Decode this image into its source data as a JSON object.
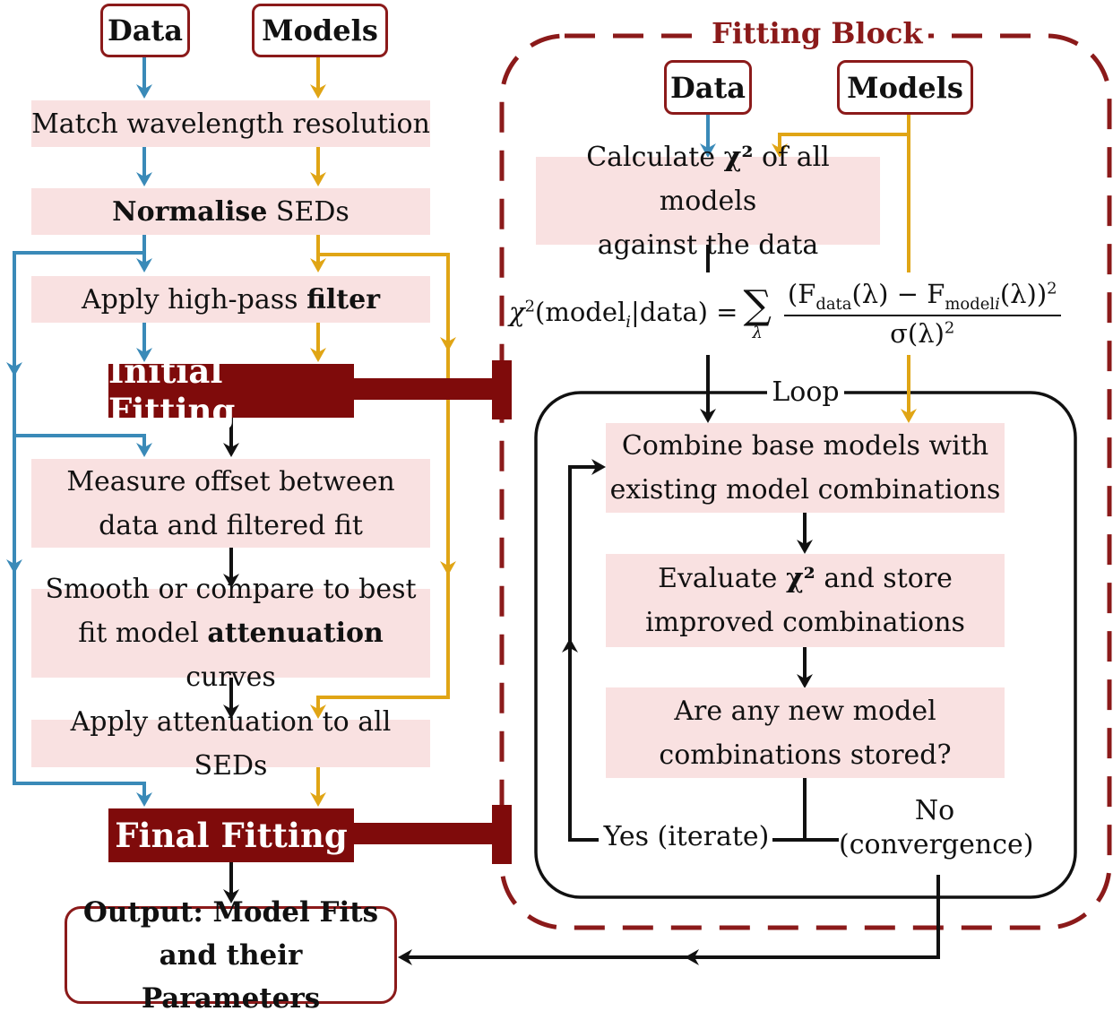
{
  "left_flow": {
    "data_label": "Data",
    "models_label": "Models",
    "step1": "Match wavelength resolution",
    "step2_bold": "Normalise",
    "step2_rest": " SEDs",
    "step3_pre": "Apply high-pass ",
    "step3_bold": "filter",
    "initial_fitting": "Initial Fitting",
    "step4_line1": "Measure offset between",
    "step4_line2": "data and filtered fit",
    "step5_line1": "Smooth or compare to best",
    "step5_pre": "fit model ",
    "step5_bold": "attenuation",
    "step5_post": " curves",
    "step6": "Apply attenuation to all SEDs",
    "final_fitting": "Final Fitting",
    "output_line1": "Output: Model Fits",
    "output_line2": "and their Parameters"
  },
  "fitting_block": {
    "title": "Fitting Block",
    "data_label": "Data",
    "models_label": "Models",
    "calc_pre": "Calculate ",
    "calc_chi": "χ²",
    "calc_post": " of all models",
    "calc_line2": "against the data",
    "formula": {
      "lhs": "χ",
      "lhs_sup": "2",
      "lhs_arg_a": "(model",
      "lhs_arg_sub": "i",
      "lhs_arg_b": "|data) =",
      "sum_symbol": "∑",
      "sum_under": "λ",
      "num_a": "(F",
      "num_sub1": "data",
      "num_b": "(λ) − F",
      "num_sub2": "model",
      "num_sub2_i": "i",
      "num_c": "(λ))",
      "num_sup": "2",
      "den_a": "σ(λ)",
      "den_sup": "2"
    },
    "loop_label": "Loop",
    "combine_line1": "Combine base models with",
    "combine_line2": "existing model combinations",
    "eval_pre": "Evaluate ",
    "eval_chi": "χ²",
    "eval_post": " and store",
    "eval_line2": "improved combinations",
    "question_line1": "Are any new model",
    "question_line2": "combinations stored?",
    "yes_label": "Yes (iterate)",
    "no_line1": "No",
    "no_line2": "(convergence)"
  },
  "colors": {
    "data_arrow": "#3a8ab8",
    "models_arrow": "#e0a515",
    "block_red": "#7f0b0b",
    "box_pink": "#f9e1e1"
  }
}
